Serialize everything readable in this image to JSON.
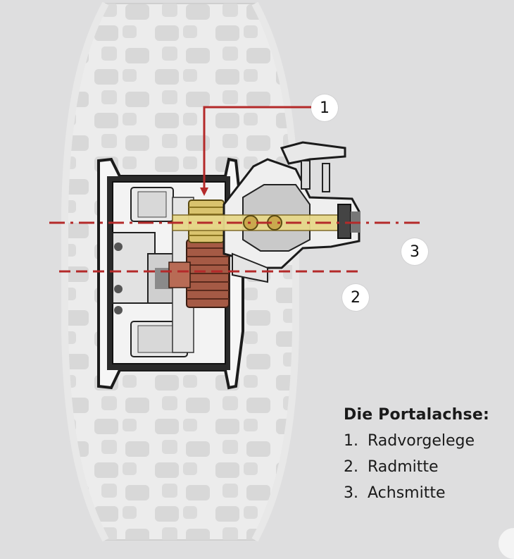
{
  "colors": {
    "background": "#dededf",
    "tire": "#eeeeee",
    "tire_block": "#d9d9d9",
    "line_red": "#b42a2a",
    "gear_brown": "#a55a45",
    "gear_yellow": "#d9c36e"
  },
  "markers": [
    {
      "id": "1",
      "label": "1"
    },
    {
      "id": "2",
      "label": "2"
    },
    {
      "id": "3",
      "label": "3"
    }
  ],
  "legend": {
    "title": "Die Portalachse:",
    "items": [
      {
        "num": "1.",
        "text": "Radvorgelege"
      },
      {
        "num": "2.",
        "text": "Radmitte"
      },
      {
        "num": "3.",
        "text": "Achsmitte"
      }
    ]
  }
}
